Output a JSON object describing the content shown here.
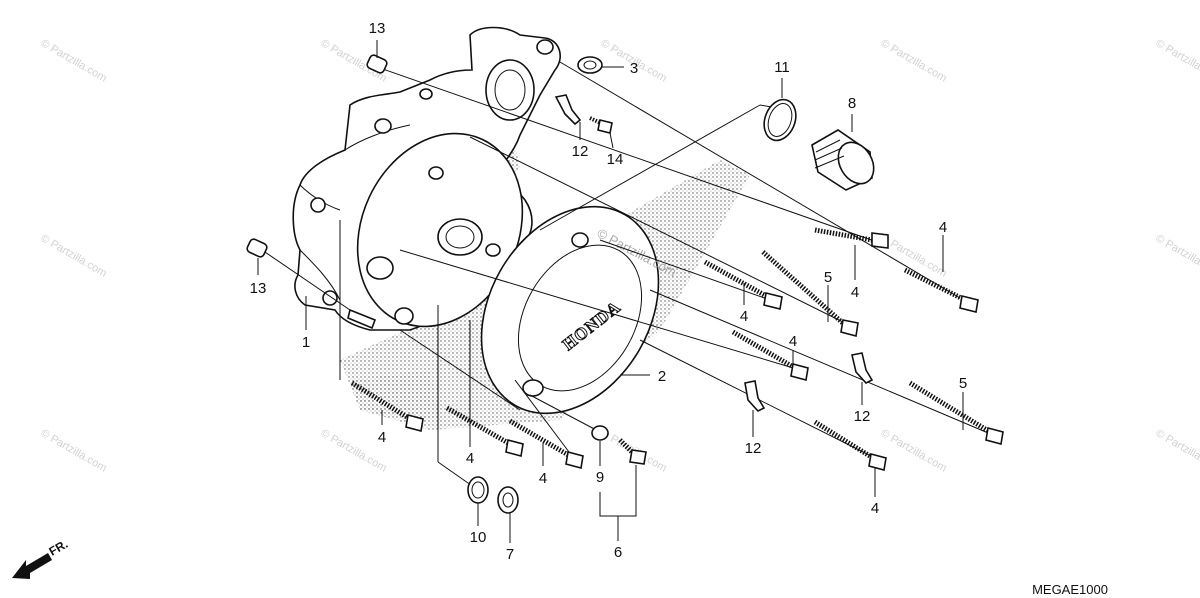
{
  "diagram": {
    "code": "MEGAE1000",
    "brand_text": "HONDA",
    "front_marker": "FR.",
    "watermark_main": "© Partzilla.com",
    "watermark_small": "© Partzilla.com",
    "callouts": {
      "c1": "1",
      "c2": "2",
      "c3": "3",
      "c4a": "4",
      "c4b": "4",
      "c4c": "4",
      "c4d": "4",
      "c4e": "4",
      "c4f": "4",
      "c4g": "4",
      "c4h": "4",
      "c5a": "5",
      "c5b": "5",
      "c6": "6",
      "c7": "7",
      "c8": "8",
      "c9": "9",
      "c10": "10",
      "c11": "11",
      "c12a": "12",
      "c12b": "12",
      "c12c": "12",
      "c13a": "13",
      "c13b": "13",
      "c14": "14"
    }
  }
}
